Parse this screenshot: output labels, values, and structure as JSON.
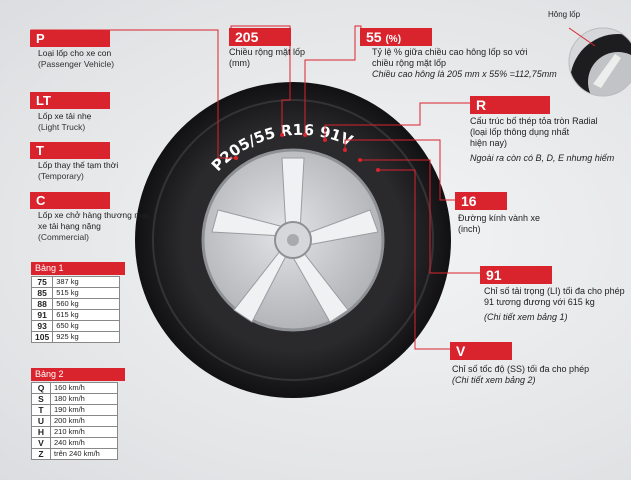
{
  "left": {
    "p": {
      "code": "P",
      "line1": "Loại lốp cho xe con",
      "line2": "(Passenger Vehicle)"
    },
    "lt": {
      "code": "LT",
      "line1": "Lốp xe tải nhẹ",
      "line2": "(Light Truck)"
    },
    "t": {
      "code": "T",
      "line1": "Lốp thay thế tạm thời",
      "line2": "(Temporary)"
    },
    "c": {
      "code": "C",
      "line1": "Lốp xe chở hàng thương mại,",
      "line2": "xe tải hạng nặng",
      "line3": "(Commercial)"
    }
  },
  "table1": {
    "title": "Bảng 1",
    "rows": [
      {
        "k": "75",
        "v": "387 kg"
      },
      {
        "k": "85",
        "v": "515 kg"
      },
      {
        "k": "88",
        "v": "560 kg"
      },
      {
        "k": "91",
        "v": "615 kg"
      },
      {
        "k": "93",
        "v": "650 kg"
      },
      {
        "k": "105",
        "v": "925 kg"
      }
    ]
  },
  "table2": {
    "title": "Bảng 2",
    "rows": [
      {
        "k": "Q",
        "v": "160 km/h"
      },
      {
        "k": "S",
        "v": "180 km/h"
      },
      {
        "k": "T",
        "v": "190 km/h"
      },
      {
        "k": "U",
        "v": "200 km/h"
      },
      {
        "k": "H",
        "v": "210 km/h"
      },
      {
        "k": "V",
        "v": "240 km/h"
      },
      {
        "k": "Z",
        "v": "trên 240 km/h"
      }
    ]
  },
  "top": {
    "w205": {
      "code": "205",
      "line1": "Chiều rộng mặt lốp",
      "line2": "(mm)"
    },
    "r55": {
      "code": "55",
      "unit": "(%)",
      "line1": "Tỷ lệ % giữa chiều cao hông lốp so với",
      "line2": "chiều rộng mặt lốp",
      "line3": "Chiều cao hông là 205 mm  x 55% =112,75mm"
    }
  },
  "right": {
    "r": {
      "code": "R",
      "line1": "Cấu trúc bố thép tỏa tròn Radial",
      "line2": "(loại lốp thông dụng nhất",
      "line3": "hiện nay)",
      "line4": "Ngoài ra còn có B, D, E nhưng hiếm"
    },
    "d16": {
      "code": "16",
      "line1": "Đường kính vành xe",
      "line2": "(inch)"
    },
    "li91": {
      "code": "91",
      "line1": "Chỉ số tải trọng (LI) tối đa cho phép",
      "line2": "91 tương đương với 615 kg",
      "line3": "(Chi tiết xem bảng 1)"
    },
    "v": {
      "code": "V",
      "line1": "Chỉ số tốc độ (SS) tối đa cho phép",
      "line2": "(Chi tiết xem bảng 2)"
    }
  },
  "inset": {
    "label": "Hông lốp"
  },
  "tire": {
    "sidewall_text": "P205/55 R16 91V"
  },
  "colors": {
    "accent": "#d9232d",
    "tire": "#1a1a1c",
    "rim": "#c8c9cc"
  }
}
